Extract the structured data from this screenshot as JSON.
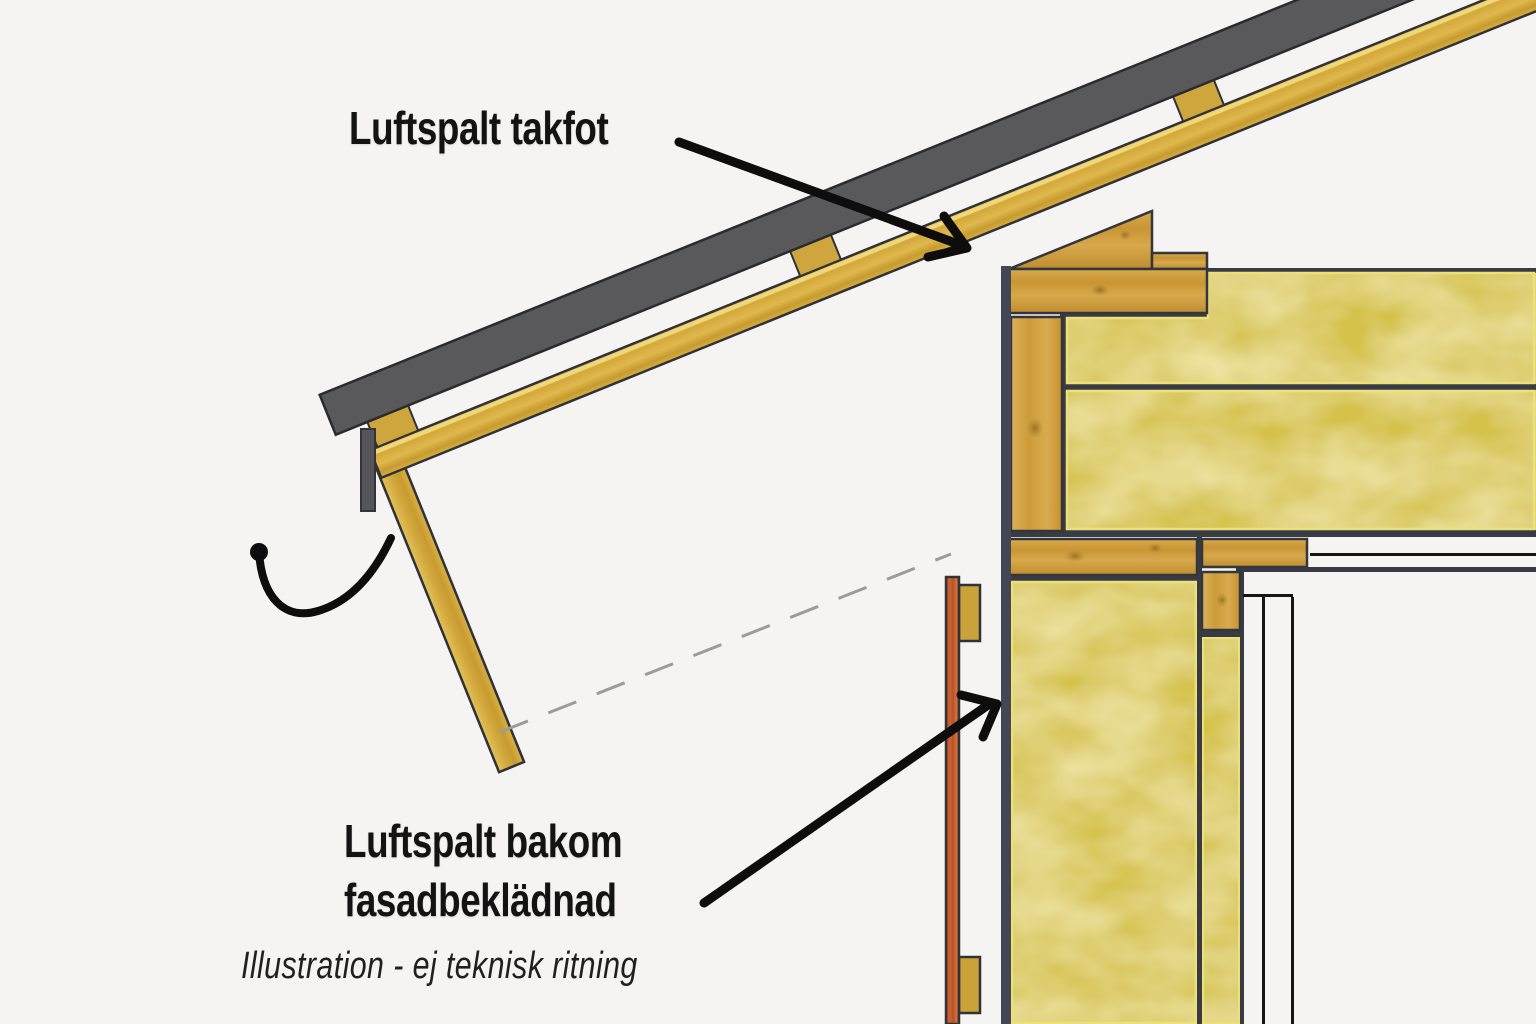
{
  "labels": {
    "eave_air_gap": "Luftspalt takfot",
    "facade_air_gap": [
      "Luftspalt bakom",
      "fasadbeklädnad"
    ],
    "caption": "Illustration - ej teknisk ritning"
  },
  "colors": {
    "background": "#f5f4f2",
    "roof_covering_gray": "#59595c",
    "drip_edge_gray": "#56565a",
    "wood_gold": "#d2a741",
    "wood_pine": "#cf9c3e",
    "insulation_yellow": "#d5c24b",
    "insulation_border": "#ece07a",
    "wind_barrier_dark": "#434754",
    "facade_orange": "#c25a2d",
    "seam_dark": "#383b44",
    "interior_line_black": "#151515",
    "dashed_line_gray": "#9b9b9b",
    "annotation_black": "#0d0d0d"
  },
  "annotations": {
    "eave_arrow": "arrow pointing to air gap at roof eave",
    "facade_arrow": "arrow pointing to air gap behind facade cladding",
    "airflow_curve": "curved airflow intake arc at eave"
  }
}
